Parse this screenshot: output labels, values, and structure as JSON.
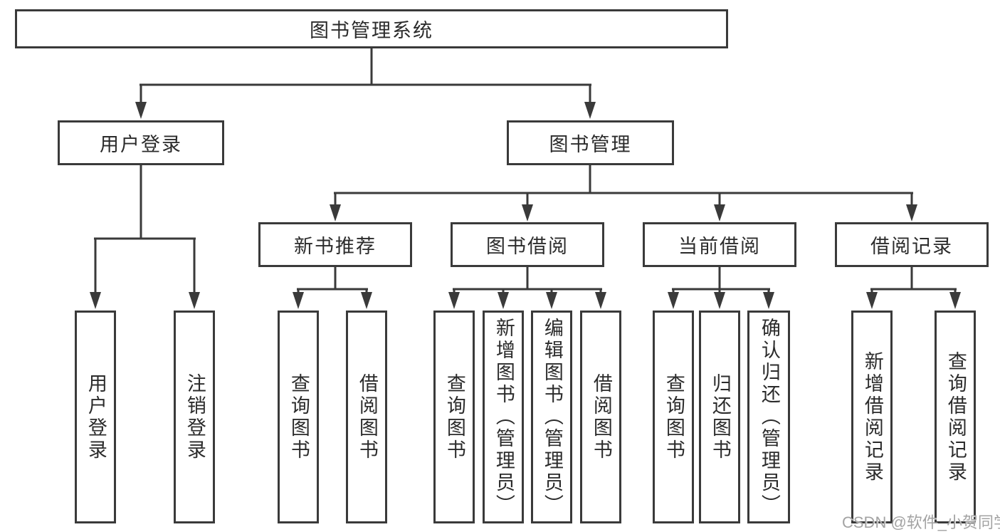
{
  "diagram_title": "图书管理系统",
  "tree": {
    "root": {
      "label": "图书管理系统",
      "children": [
        {
          "label": "用户登录",
          "children": [
            {
              "label": "用户登录"
            },
            {
              "label": "注销登录"
            }
          ]
        },
        {
          "label": "图书管理",
          "children": [
            {
              "label": "新书推荐",
              "children": [
                {
                  "label": "查询图书"
                },
                {
                  "label": "借阅图书"
                }
              ]
            },
            {
              "label": "图书借阅",
              "children": [
                {
                  "label": "查询图书"
                },
                {
                  "label": "新增图书（管理员）"
                },
                {
                  "label": "编辑图书（管理员）"
                },
                {
                  "label": "借阅图书"
                }
              ]
            },
            {
              "label": "当前借阅",
              "children": [
                {
                  "label": "查询图书"
                },
                {
                  "label": "归还图书"
                },
                {
                  "label": "确认归还（管理员）"
                }
              ]
            },
            {
              "label": "借阅记录",
              "children": [
                {
                  "label": "新增借阅记录"
                },
                {
                  "label": "查询借阅记录"
                }
              ]
            }
          ]
        }
      ]
    }
  },
  "watermark": {
    "text": "CSDN @软件_小贺同学"
  },
  "colors": {
    "line": "#3a3a3a",
    "box_border": "#3a3a3a",
    "box_fill": "#ffffff",
    "label_text": "#2b2b2b",
    "watermark_text": "#a3a3a3",
    "background": "#ffffff"
  }
}
